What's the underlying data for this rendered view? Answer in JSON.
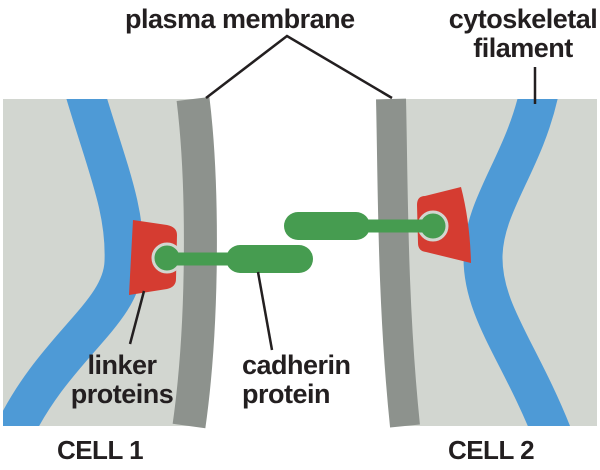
{
  "labels": {
    "plasma_membrane": "plasma membrane",
    "cytoskeletal_line1": "cytoskeletal",
    "cytoskeletal_line2": "filament",
    "linker_line1": "linker",
    "linker_line2": "proteins",
    "cadherin_line1": "cadherin",
    "cadherin_line2": "protein",
    "cell1": "CELL 1",
    "cell2": "CELL 2"
  },
  "colors": {
    "background": "#ffffff",
    "cell_body": "#d2d6d0",
    "membrane": "#8d928d",
    "filament_blue": "#4e9ad6",
    "linker_red": "#d53c31",
    "cadherin_green": "#469c50",
    "line_black": "#231f20"
  }
}
